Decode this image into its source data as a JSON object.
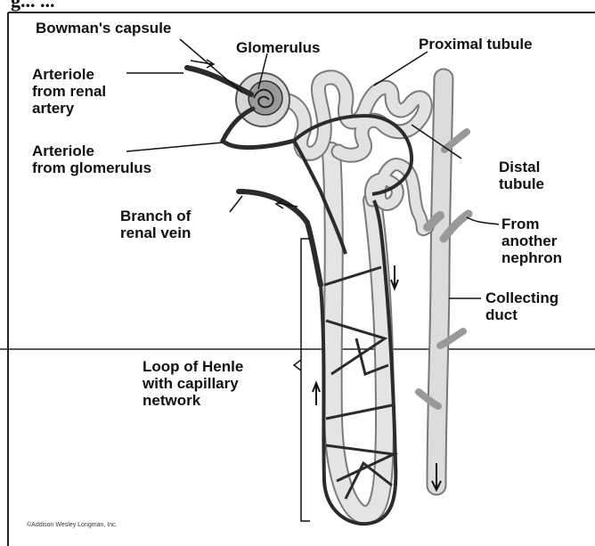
{
  "cutoff_title": "g... ...",
  "labels": {
    "bowmans_capsule": "Bowman's capsule",
    "glomerulus": "Glomerulus",
    "proximal_tubule": "Proximal tubule",
    "arteriole_from_renal_artery": "Arteriole\nfrom renal\nartery",
    "arteriole_from_glomerulus": "Arteriole\nfrom glomerulus",
    "distal_tubule": "Distal\ntubule",
    "branch_of_renal_vein": "Branch of\nrenal vein",
    "from_another_nephron": "From\nanother\nnephron",
    "collecting_duct": "Collecting\nduct",
    "loop_of_henle": "Loop of Henle\nwith capillary\nnetwork"
  },
  "credit": "©Addison Wesley Longman, Inc.",
  "colors": {
    "ink": "#111111",
    "vessel": "#2b2b2b",
    "tubule": "#8c8c8c",
    "background": "#ffffff"
  }
}
